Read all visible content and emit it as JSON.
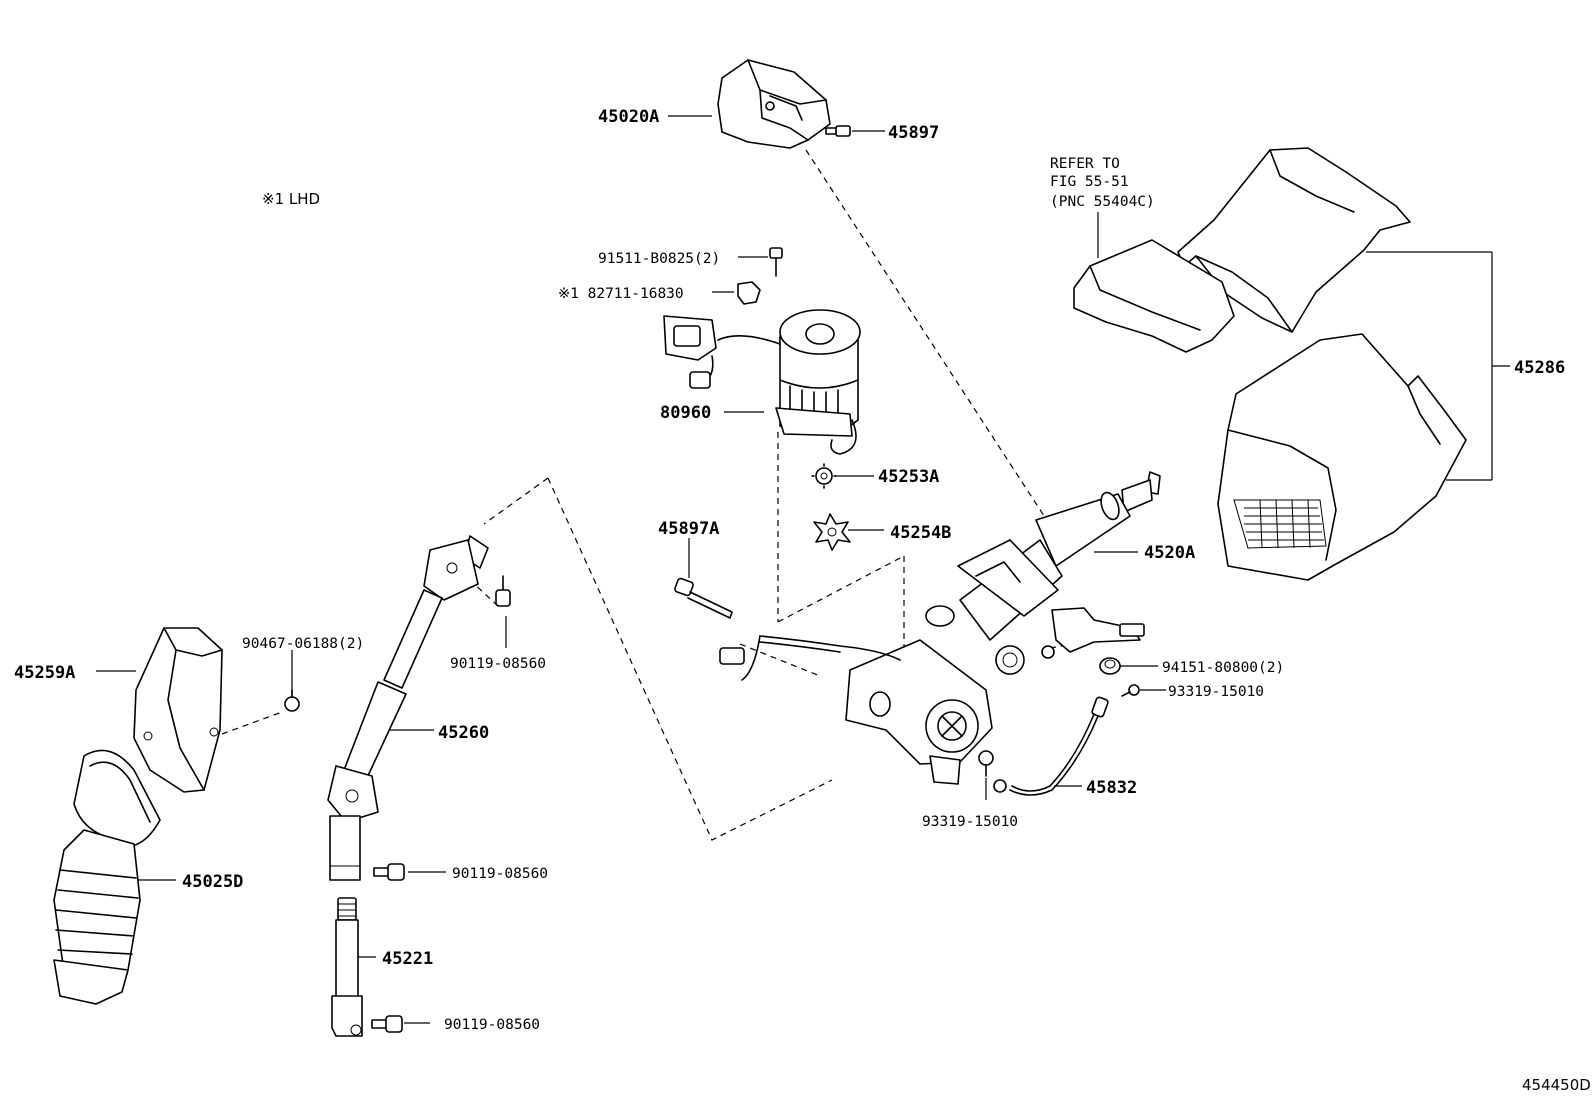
{
  "figure_id": "454450D",
  "note_lhd": "※1 LHD",
  "refer_note": [
    "REFER TO",
    "FIG 55-51",
    "(PNC 55404C)"
  ],
  "parts": {
    "p45020A": "45020A",
    "p45897": "45897",
    "p91511": "91511-B0825(2)",
    "p82711": "※1 82711-16830",
    "p80960": "80960",
    "p45253A": "45253A",
    "p45254B": "45254B",
    "p45897A": "45897A",
    "p4520A": "4520A",
    "p45286": "45286",
    "p94151": "94151-80800(2)",
    "p93319a": "93319-15010",
    "p93319b": "93319-15010",
    "p45832": "45832",
    "p90467": "90467-06188(2)",
    "p90119a": "90119-08560",
    "p45260": "45260",
    "p90119b": "90119-08560",
    "p45221": "45221",
    "p90119c": "90119-08560",
    "p45259A": "45259A",
    "p45025D": "45025D"
  }
}
